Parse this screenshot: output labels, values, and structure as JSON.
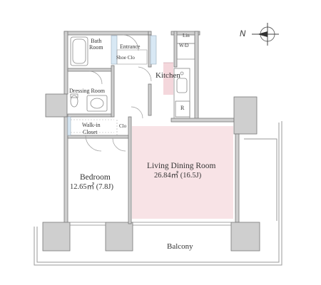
{
  "rooms": {
    "bath": "Bath\nRoom",
    "entrance": "Entrance",
    "shoe_closet": "Shoe Clo",
    "linen": "Lin",
    "washer_dryer": "W/D",
    "kitchen": "Kitchen",
    "refrigerator": "R",
    "dressing": "Dressing Room",
    "walkin_line1": "Walk-in",
    "walkin_line2": "Closet",
    "closet": "Clo",
    "bedroom_name": "Bedroom",
    "bedroom_area": "12.65㎡ (7.8J)",
    "living_name": "Living Dining Room",
    "living_area": "26.84㎡ (16.5J)",
    "balcony": "Balcony"
  },
  "compass": {
    "label": "N"
  },
  "colors": {
    "wall": "#c8c8c8",
    "wall_dark": "#8a8a8a",
    "living_fill": "#f8e3e6",
    "kitchen_fill": "#f4d7dc",
    "glass": "#d8e8f4"
  }
}
